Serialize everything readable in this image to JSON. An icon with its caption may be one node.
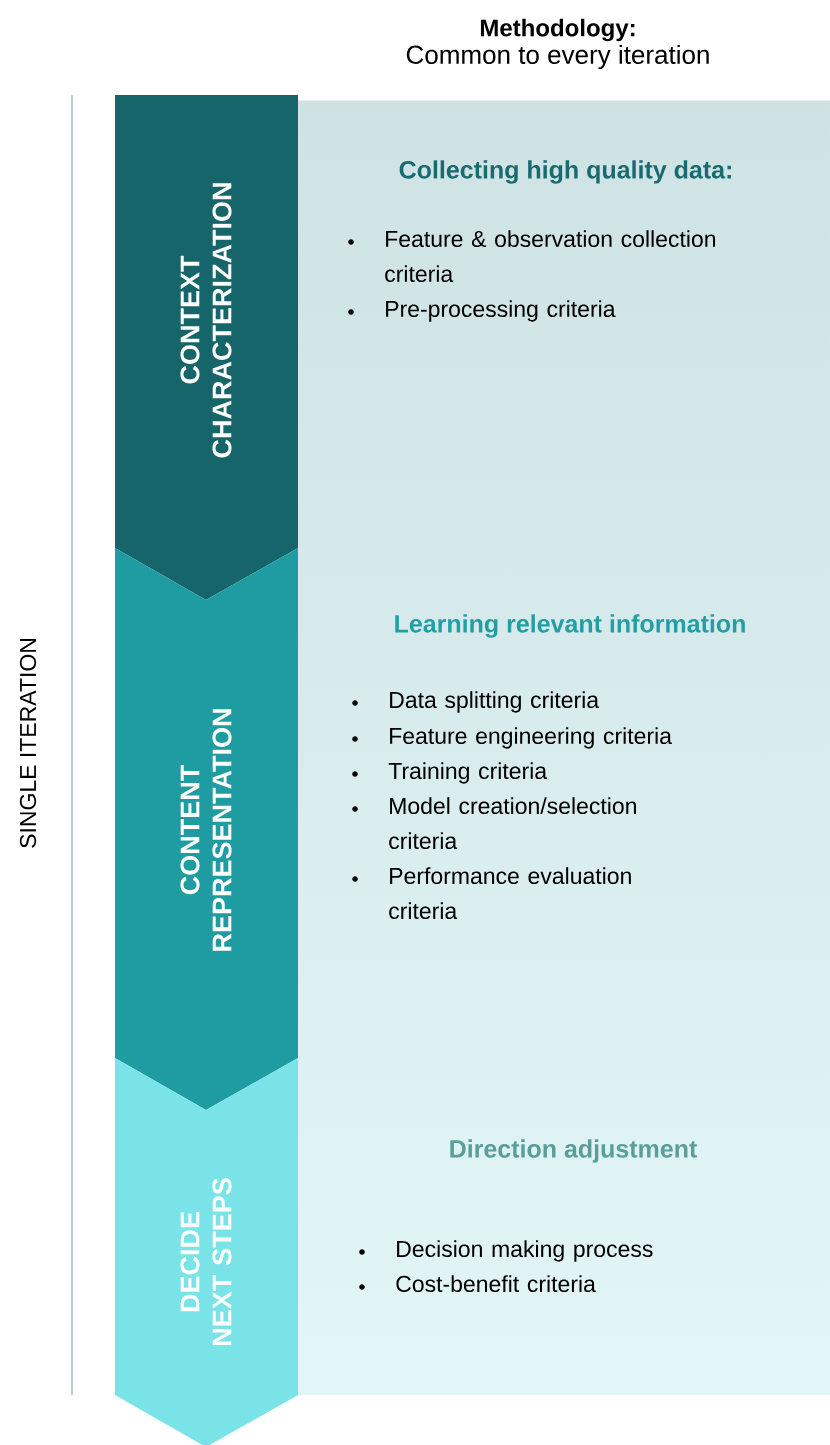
{
  "diagram": {
    "nodes": [
      {
        "text": [
          "CONTEXT CHARACTERIZATION"
        ]
      },
      {
        "text": [
          "CONTENT REPRESENTATION"
        ]
      },
      {
        "text": [
          "DECIDE NEXT STEPS"
        ]
      },
      {
        "text": [
          "Collecting high quality data:",
          "Feature & observation collection criteria",
          "Pre-processing criteria",
          "Learning relevant information",
          "Data splitting criteria",
          "Feature engineering criteria",
          "Training criteria",
          "Model creation/selection criteria",
          "Performance evaluation criteria",
          "Direction adjustment",
          "Decision making process",
          "Cost-benefit criteria"
        ]
      }
    ],
    "labels": [
      "Methodology:",
      "Common to every iteration",
      "SINGLE ITERATION"
    ]
  }
}
